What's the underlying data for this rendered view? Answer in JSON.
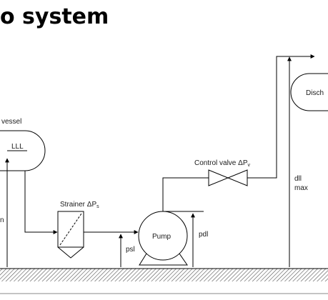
{
  "title": "o system",
  "diagram": {
    "labels": {
      "vessel": "vessel",
      "lll": "LLL",
      "strainer": "Strainer ΔP",
      "strainer_sub": "s",
      "control_valve": "Control valve ΔP",
      "control_valve_sub": "v",
      "pump": "Pump",
      "psl": "psl",
      "pdl": "pdl",
      "dll": "dll",
      "max": "max",
      "disch": "Disch",
      "left_edge": "n"
    },
    "colors": {
      "line": "#000000",
      "hatch": "#555555",
      "text": "#1a1a1a"
    }
  }
}
